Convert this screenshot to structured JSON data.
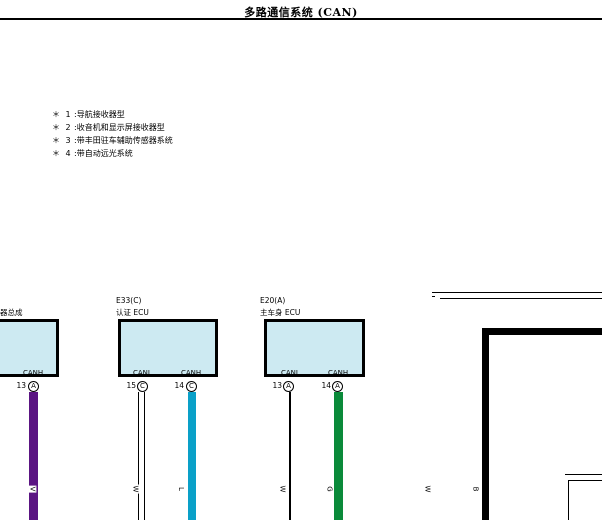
{
  "title": "多路通信系统 (CAN)",
  "notes": [
    {
      "star": "＊",
      "num": "1",
      "text": ":导航接收器型"
    },
    {
      "star": "＊",
      "num": "2",
      "text": ":收音机和显示屏接收器型"
    },
    {
      "star": "＊",
      "num": "3",
      "text": ":带丰田驻车辅助传感器系统"
    },
    {
      "star": "＊",
      "num": "4",
      "text": ":带自动远光系统"
    }
  ],
  "components": [
    {
      "code": "",
      "name": "器总成",
      "pins": [
        {
          "label": "CANH",
          "num": "13",
          "conn": "A",
          "wire_code": "V",
          "color": "#5b1583"
        }
      ]
    },
    {
      "code": "E33(C)",
      "name": "认证 ECU",
      "pins": [
        {
          "label": "CANL",
          "num": "15",
          "conn": "C",
          "wire_code": "W",
          "color": "#ffffff"
        },
        {
          "label": "CANH",
          "num": "14",
          "conn": "C",
          "wire_code": "L",
          "color": "#0aa0c8"
        }
      ]
    },
    {
      "code": "E20(A)",
      "name": "主车身 ECU",
      "pins": [
        {
          "label": "CANL",
          "num": "13",
          "conn": "A",
          "wire_code": "W",
          "color": "#ffffff"
        },
        {
          "label": "CANH",
          "num": "14",
          "conn": "A",
          "wire_code": "G",
          "color": "#0a8a3a"
        }
      ]
    }
  ],
  "right_wires": [
    {
      "wire_code": "W"
    },
    {
      "wire_code": "B"
    }
  ]
}
